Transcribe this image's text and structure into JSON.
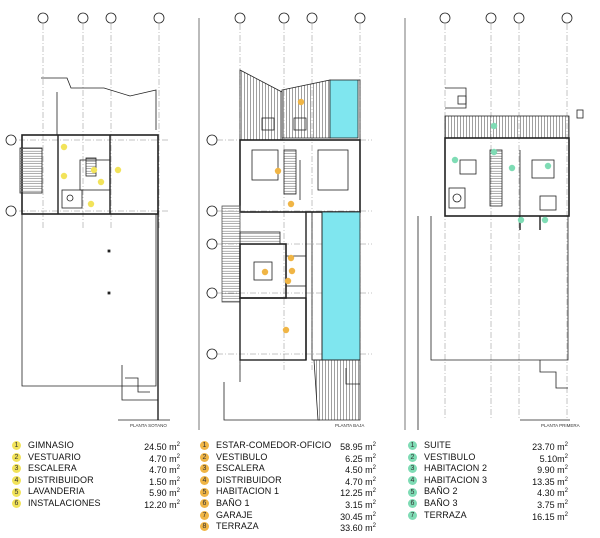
{
  "plans": [
    {
      "id": "basement",
      "label": "PLANTA SOTANO"
    },
    {
      "id": "ground",
      "label": "PLANTA BAJA"
    },
    {
      "id": "first",
      "label": "PLANTA PRIMERA"
    }
  ],
  "colors": {
    "basement_marker": "#f2e35a",
    "ground_marker": "#f0b545",
    "first_marker": "#7fdcb5",
    "pool": "#7fe6ef"
  },
  "legends": {
    "basement": [
      {
        "n": "1",
        "name": "GIMNASIO",
        "area": "24.50 m",
        "unit": "2"
      },
      {
        "n": "2",
        "name": "VESTUARIO",
        "area": "4.70 m",
        "unit": "2"
      },
      {
        "n": "3",
        "name": "ESCALERA",
        "area": "4.70 m",
        "unit": "2"
      },
      {
        "n": "4",
        "name": "DISTRIBUIDOR",
        "area": "1.50 m",
        "unit": "2"
      },
      {
        "n": "5",
        "name": "LAVANDERIA",
        "area": "5.90 m",
        "unit": "2"
      },
      {
        "n": "6",
        "name": "INSTALACIONES",
        "area": "12.20 m",
        "unit": "2"
      }
    ],
    "ground": [
      {
        "n": "1",
        "name": "ESTAR-COMEDOR-OFICIO",
        "area": "58.95 m",
        "unit": "2"
      },
      {
        "n": "2",
        "name": "VESTIBULO",
        "area": "6.25 m",
        "unit": "2"
      },
      {
        "n": "3",
        "name": "ESCALERA",
        "area": "4.50 m",
        "unit": "2"
      },
      {
        "n": "4",
        "name": "DISTRIBUIDOR",
        "area": "4.70 m",
        "unit": "2"
      },
      {
        "n": "5",
        "name": "HABITACION 1",
        "area": "12.25 m",
        "unit": "2"
      },
      {
        "n": "6",
        "name": "BAÑO 1",
        "area": "3.15 m",
        "unit": "2"
      },
      {
        "n": "7",
        "name": "GARAJE",
        "area": "30.45 m",
        "unit": "2"
      },
      {
        "n": "8",
        "name": "TERRAZA",
        "area": "33.60 m",
        "unit": "2"
      }
    ],
    "first": [
      {
        "n": "1",
        "name": "SUITE",
        "area": "23.70 m",
        "unit": "2"
      },
      {
        "n": "2",
        "name": "VESTIBULO",
        "area": "5.10m",
        "unit": "2"
      },
      {
        "n": "3",
        "name": "HABITACION 2",
        "area": "9.90 m",
        "unit": "2"
      },
      {
        "n": "4",
        "name": "HABITACION 3",
        "area": "13.35 m",
        "unit": "2"
      },
      {
        "n": "5",
        "name": "BAÑO 2",
        "area": "4.30 m",
        "unit": "2"
      },
      {
        "n": "6",
        "name": "BAÑO 3",
        "area": "3.75 m",
        "unit": "2"
      },
      {
        "n": "7",
        "name": "TERRAZA",
        "area": "16.15 m",
        "unit": "2"
      }
    ]
  }
}
